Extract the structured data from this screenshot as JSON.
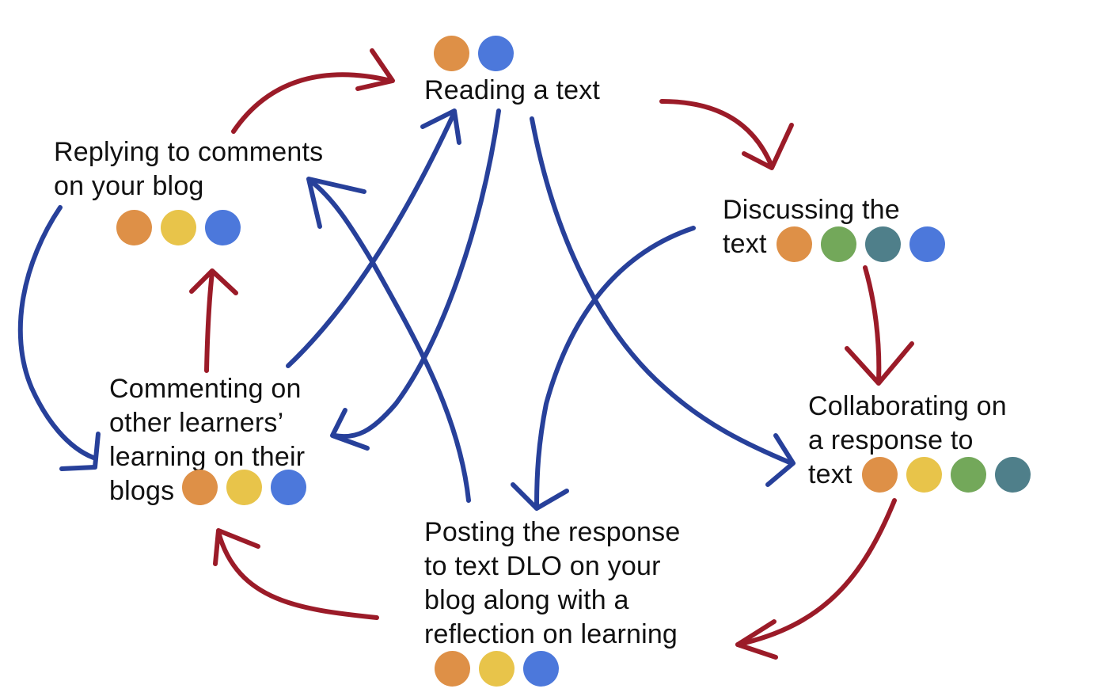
{
  "colors": {
    "orange": "#DE9047",
    "yellow": "#E8C44A",
    "green": "#73A85A",
    "teal": "#4F7F8A",
    "blue": "#4C78DB",
    "arrow_red": "#9B1B28",
    "arrow_blue": "#27409A"
  },
  "nodes": {
    "reading": {
      "lines": [
        "Reading a text"
      ],
      "dots": [
        "orange",
        "blue"
      ]
    },
    "discussing": {
      "lines": [
        "Discussing the",
        "text"
      ],
      "dots": [
        "orange",
        "green",
        "teal",
        "blue"
      ]
    },
    "collaborating": {
      "lines": [
        "Collaborating on",
        "a response to",
        "text"
      ],
      "dots": [
        "orange",
        "yellow",
        "green",
        "teal"
      ]
    },
    "posting": {
      "lines": [
        "Posting the response",
        "to text DLO on your",
        "blog along with a",
        "reflection on learning"
      ],
      "dots": [
        "orange",
        "yellow",
        "blue"
      ]
    },
    "commenting": {
      "lines": [
        "Commenting on",
        "other learners’",
        "learning on their",
        "blogs"
      ],
      "dots": [
        "orange",
        "yellow",
        "blue"
      ]
    },
    "replying": {
      "lines": [
        "Replying to comments",
        "on your blog"
      ],
      "dots": [
        "orange",
        "yellow",
        "blue"
      ]
    }
  },
  "arrows": [
    {
      "from": "reading",
      "to": "discussing",
      "color": "arrow_red"
    },
    {
      "from": "discussing",
      "to": "collaborating",
      "color": "arrow_red"
    },
    {
      "from": "collaborating",
      "to": "posting",
      "color": "arrow_red"
    },
    {
      "from": "posting",
      "to": "commenting",
      "color": "arrow_red"
    },
    {
      "from": "commenting",
      "to": "replying",
      "color": "arrow_red"
    },
    {
      "from": "replying",
      "to": "reading",
      "color": "arrow_red"
    },
    {
      "from": "reading",
      "to": "collaborating",
      "color": "arrow_blue"
    },
    {
      "from": "reading",
      "to": "commenting",
      "color": "arrow_blue"
    },
    {
      "from": "discussing",
      "to": "posting",
      "color": "arrow_blue"
    },
    {
      "from": "commenting",
      "to": "reading",
      "color": "arrow_blue"
    },
    {
      "from": "posting",
      "to": "replying",
      "color": "arrow_blue"
    },
    {
      "from": "replying",
      "to": "commenting",
      "color": "arrow_blue"
    }
  ]
}
